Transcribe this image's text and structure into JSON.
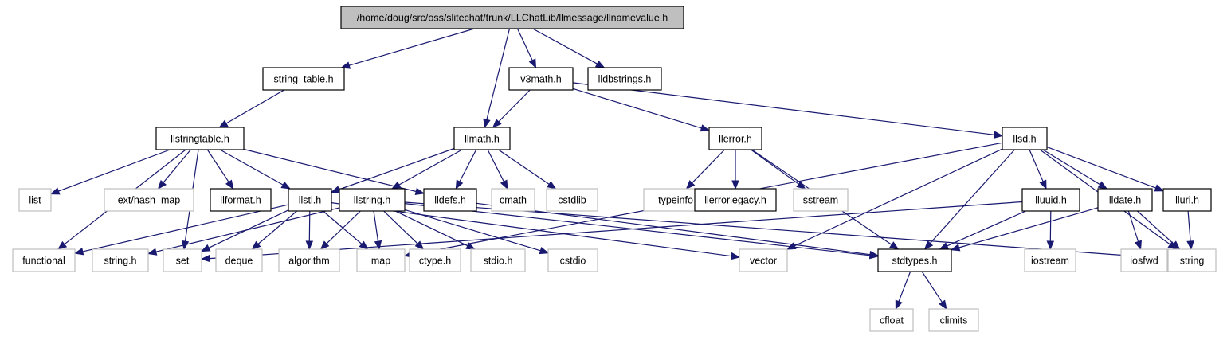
{
  "diagram": {
    "type": "include-dependency-graph",
    "colors": {
      "edge": "#191970",
      "documented_border": "#000000",
      "external_border": "#bfbfbf",
      "root_fill": "#bfbfbf",
      "background": "#ffffff"
    },
    "nodes": [
      {
        "id": "root",
        "label": "/home/doug/src/oss/slitechat/trunk/LLChatLib/llmessage/llnamevalue.h",
        "kind": "root"
      },
      {
        "id": "string_table",
        "label": "string_table.h",
        "kind": "documented"
      },
      {
        "id": "v3math",
        "label": "v3math.h",
        "kind": "documented"
      },
      {
        "id": "lldbstrings",
        "label": "lldbstrings.h",
        "kind": "documented"
      },
      {
        "id": "llstringtable",
        "label": "llstringtable.h",
        "kind": "documented"
      },
      {
        "id": "llmath",
        "label": "llmath.h",
        "kind": "documented"
      },
      {
        "id": "llerror",
        "label": "llerror.h",
        "kind": "documented"
      },
      {
        "id": "llsd",
        "label": "llsd.h",
        "kind": "documented"
      },
      {
        "id": "list",
        "label": "list",
        "kind": "external"
      },
      {
        "id": "hash_map",
        "label": "ext/hash_map",
        "kind": "external"
      },
      {
        "id": "llformat",
        "label": "llformat.h",
        "kind": "documented"
      },
      {
        "id": "llstl",
        "label": "llstl.h",
        "kind": "documented"
      },
      {
        "id": "llstring",
        "label": "llstring.h",
        "kind": "documented"
      },
      {
        "id": "lldefs",
        "label": "lldefs.h",
        "kind": "documented"
      },
      {
        "id": "cmath",
        "label": "cmath",
        "kind": "external"
      },
      {
        "id": "cstdlib",
        "label": "cstdlib",
        "kind": "external"
      },
      {
        "id": "typeinfo",
        "label": "typeinfo",
        "kind": "external"
      },
      {
        "id": "llerrorlegacy",
        "label": "llerrorlegacy.h",
        "kind": "documented"
      },
      {
        "id": "sstream",
        "label": "sstream",
        "kind": "external"
      },
      {
        "id": "lluuid",
        "label": "lluuid.h",
        "kind": "documented"
      },
      {
        "id": "lldate",
        "label": "lldate.h",
        "kind": "documented"
      },
      {
        "id": "lluri",
        "label": "lluri.h",
        "kind": "documented"
      },
      {
        "id": "functional",
        "label": "functional",
        "kind": "external"
      },
      {
        "id": "string_h",
        "label": "string.h",
        "kind": "external"
      },
      {
        "id": "set",
        "label": "set",
        "kind": "external"
      },
      {
        "id": "deque",
        "label": "deque",
        "kind": "external"
      },
      {
        "id": "algorithm",
        "label": "algorithm",
        "kind": "external"
      },
      {
        "id": "map",
        "label": "map",
        "kind": "external"
      },
      {
        "id": "ctype",
        "label": "ctype.h",
        "kind": "external"
      },
      {
        "id": "stdio_h",
        "label": "stdio.h",
        "kind": "external"
      },
      {
        "id": "cstdio",
        "label": "cstdio",
        "kind": "external"
      },
      {
        "id": "vector",
        "label": "vector",
        "kind": "external"
      },
      {
        "id": "stdtypes",
        "label": "stdtypes.h",
        "kind": "documented"
      },
      {
        "id": "iostream",
        "label": "iostream",
        "kind": "external"
      },
      {
        "id": "iosfwd",
        "label": "iosfwd",
        "kind": "external"
      },
      {
        "id": "string",
        "label": "string",
        "kind": "external"
      },
      {
        "id": "cfloat",
        "label": "cfloat",
        "kind": "external"
      },
      {
        "id": "climits",
        "label": "climits",
        "kind": "external"
      }
    ],
    "edges": [
      [
        "root",
        "string_table"
      ],
      [
        "root",
        "llmath"
      ],
      [
        "root",
        "v3math"
      ],
      [
        "root",
        "lldbstrings"
      ],
      [
        "string_table",
        "llstringtable"
      ],
      [
        "llstringtable",
        "list"
      ],
      [
        "llstringtable",
        "hash_map"
      ],
      [
        "llstringtable",
        "llformat"
      ],
      [
        "llstringtable",
        "llstl"
      ],
      [
        "llstringtable",
        "lldefs"
      ],
      [
        "llstringtable",
        "functional"
      ],
      [
        "llstringtable",
        "set"
      ],
      [
        "v3math",
        "llmath"
      ],
      [
        "v3math",
        "llerror"
      ],
      [
        "v3math",
        "llsd"
      ],
      [
        "llmath",
        "llstl"
      ],
      [
        "llmath",
        "llstring"
      ],
      [
        "llmath",
        "lldefs"
      ],
      [
        "llmath",
        "cmath"
      ],
      [
        "llmath",
        "cstdlib"
      ],
      [
        "llerror",
        "typeinfo"
      ],
      [
        "llerror",
        "llerrorlegacy"
      ],
      [
        "llerror",
        "sstream"
      ],
      [
        "llerror",
        "stdtypes"
      ],
      [
        "llsd",
        "map"
      ],
      [
        "llsd",
        "vector"
      ],
      [
        "llsd",
        "stdtypes"
      ],
      [
        "llsd",
        "lluuid"
      ],
      [
        "llsd",
        "lldate"
      ],
      [
        "llsd",
        "lluri"
      ],
      [
        "llsd",
        "string"
      ],
      [
        "llstl",
        "functional"
      ],
      [
        "llstl",
        "set"
      ],
      [
        "llstl",
        "deque"
      ],
      [
        "llstl",
        "algorithm"
      ],
      [
        "llstl",
        "map"
      ],
      [
        "llstl",
        "vector"
      ],
      [
        "llstring",
        "string_h"
      ],
      [
        "llstring",
        "algorithm"
      ],
      [
        "llstring",
        "map"
      ],
      [
        "llstring",
        "ctype"
      ],
      [
        "llstring",
        "stdio_h"
      ],
      [
        "llstring",
        "cstdio"
      ],
      [
        "llstring",
        "stdtypes"
      ],
      [
        "llstring",
        "string"
      ],
      [
        "lldefs",
        "stdtypes"
      ],
      [
        "lluuid",
        "set"
      ],
      [
        "lluuid",
        "stdtypes"
      ],
      [
        "lluuid",
        "iostream"
      ],
      [
        "lldate",
        "stdtypes"
      ],
      [
        "lldate",
        "iosfwd"
      ],
      [
        "lldate",
        "string"
      ],
      [
        "lluri",
        "string"
      ],
      [
        "stdtypes",
        "cfloat"
      ],
      [
        "stdtypes",
        "climits"
      ]
    ]
  }
}
